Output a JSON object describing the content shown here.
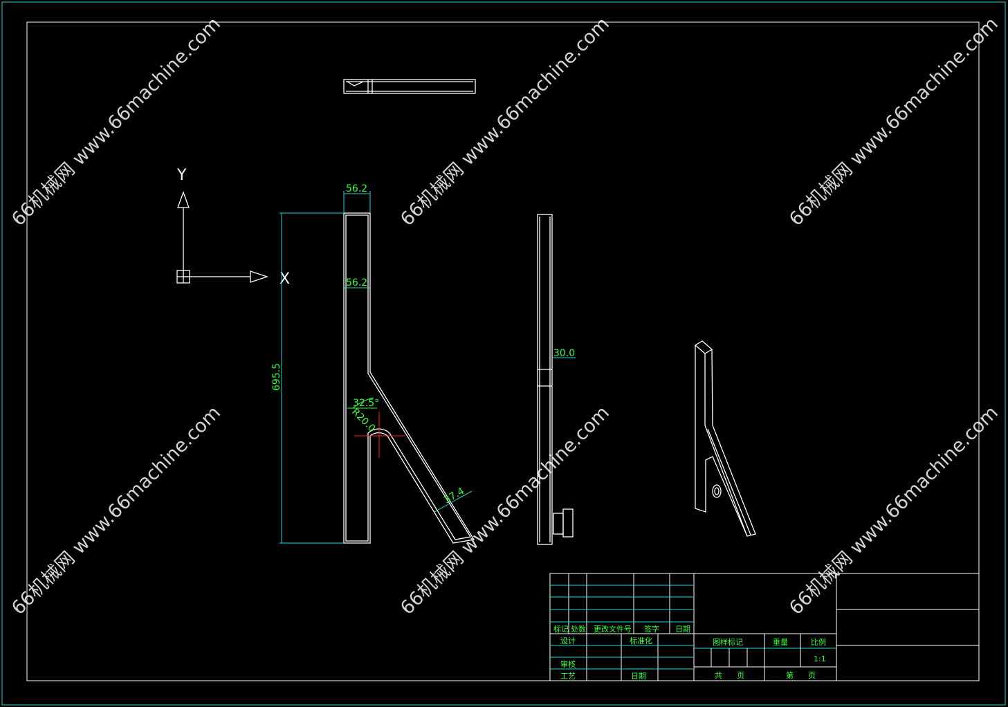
{
  "drawing": {
    "axis": {
      "y_label": "Y",
      "x_label": "X"
    },
    "dimensions": {
      "top_width": "56.2",
      "mid_width": "56.2",
      "height": "695.5",
      "angle": "32.5°",
      "radius": "R20.0",
      "leg_width": "37.4",
      "side_width": "30.0"
    }
  },
  "title_block": {
    "rev_headers": [
      "标记",
      "处数",
      "更改文件号",
      "签字",
      "日期"
    ],
    "design": "设计",
    "standardization": "标准化",
    "check": "审核",
    "process": "工艺",
    "date": "日期",
    "drawing_mark": "图样标记",
    "weight": "重量",
    "scale_label": "比例",
    "scale_value": "1:1",
    "total": "共",
    "sheet1": "页",
    "page_no": "第",
    "sheet2": "页"
  },
  "watermark": "66机械网 www.66machine.com",
  "colors": {
    "background": "#000000",
    "lines": "#ffffff",
    "dimension_lines": "#22d3d3",
    "dimension_text": "#32ff32",
    "center_mark": "#ff2020"
  }
}
